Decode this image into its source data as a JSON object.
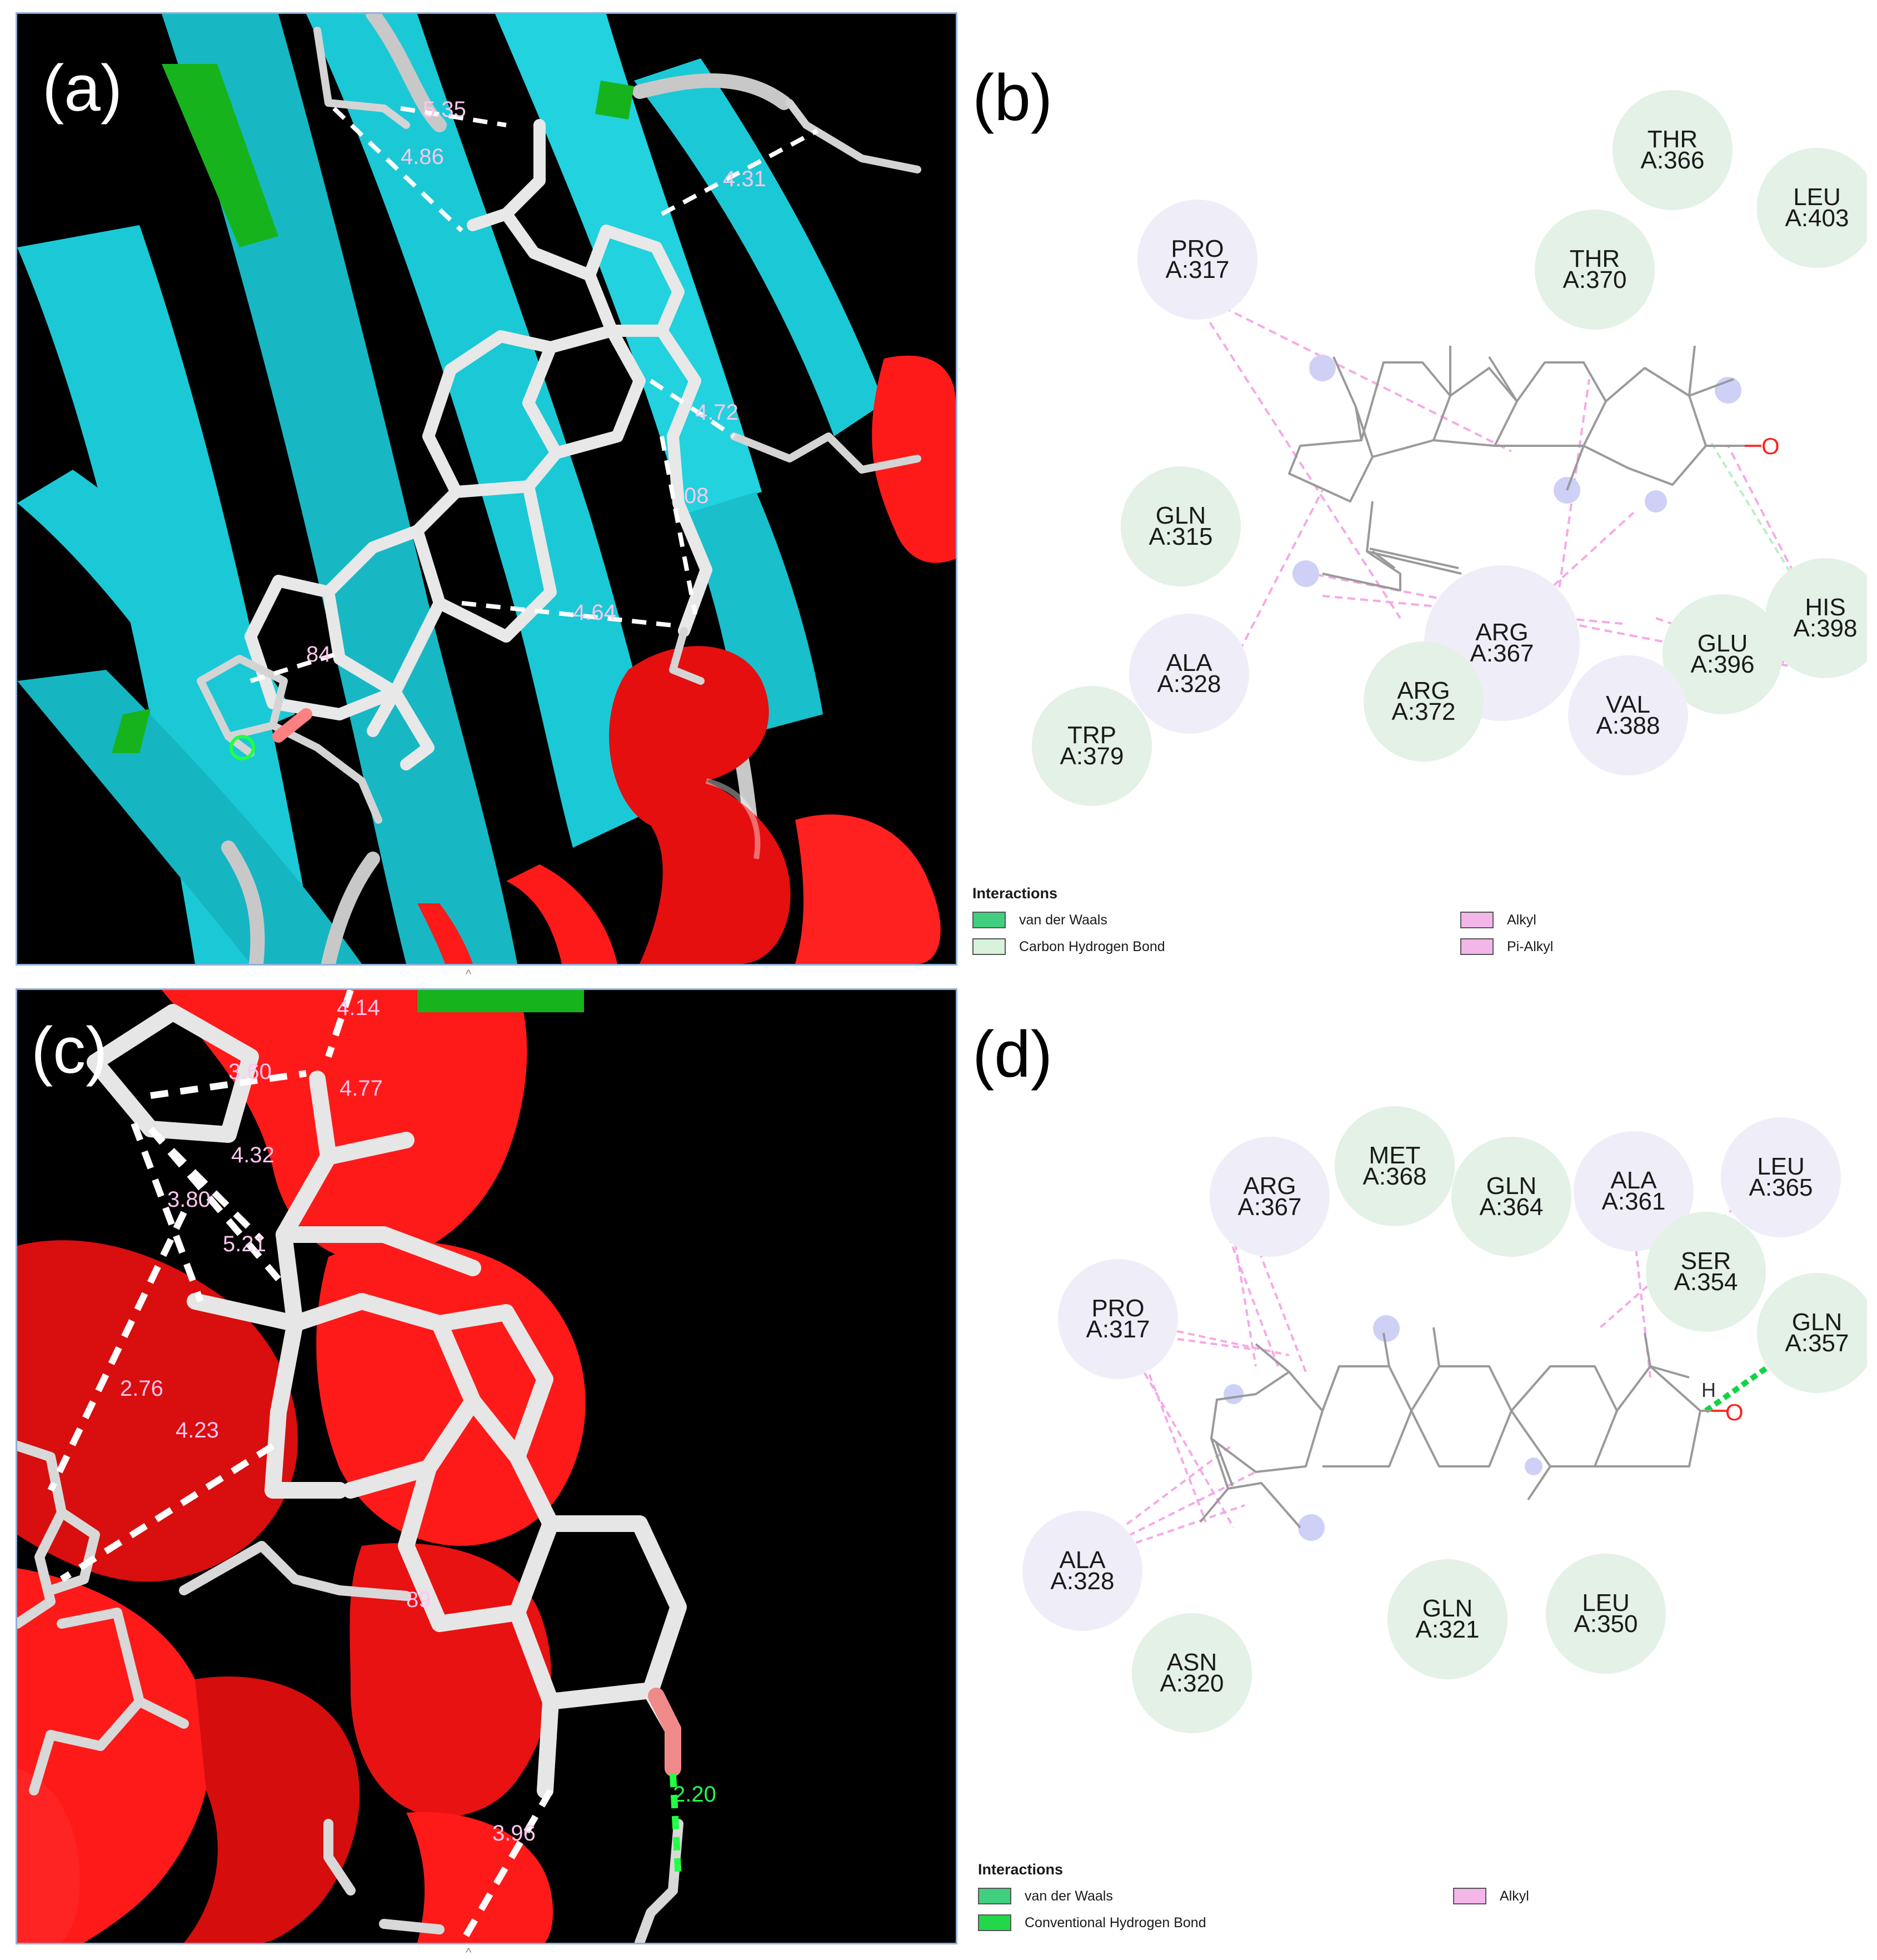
{
  "panels": {
    "a": {
      "label": "(a)",
      "distances": [
        "5.35",
        "4.86",
        "4.31",
        "4.72",
        "08",
        "4.64",
        "84"
      ]
    },
    "b": {
      "label": "(b)",
      "oxygen_label": "O",
      "residues": [
        {
          "name": "THR",
          "id": "A:366",
          "type": "vdw"
        },
        {
          "name": "LEU",
          "id": "A:403",
          "type": "vdw"
        },
        {
          "name": "PRO",
          "id": "A:317",
          "type": "alkyl"
        },
        {
          "name": "THR",
          "id": "A:370",
          "type": "vdw"
        },
        {
          "name": "GLN",
          "id": "A:315",
          "type": "vdw"
        },
        {
          "name": "HIS",
          "id": "A:398",
          "type": "chb"
        },
        {
          "name": "GLU",
          "id": "A:396",
          "type": "vdw"
        },
        {
          "name": "ARG",
          "id": "A:367",
          "type": "alkyl"
        },
        {
          "name": "ALA",
          "id": "A:328",
          "type": "alkyl"
        },
        {
          "name": "ARG",
          "id": "A:372",
          "type": "vdw"
        },
        {
          "name": "VAL",
          "id": "A:388",
          "type": "alkyl"
        },
        {
          "name": "TRP",
          "id": "A:379",
          "type": "vdw"
        }
      ],
      "legend": {
        "title": "Interactions",
        "items": [
          {
            "label": "van der Waals",
            "color": "#3fcf7f"
          },
          {
            "label": "Carbon Hydrogen Bond",
            "color": "#d8f2dc"
          },
          {
            "label": "Alkyl",
            "color": "#f3b6e8"
          },
          {
            "label": "Pi-Alkyl",
            "color": "#f3b6e8"
          }
        ]
      }
    },
    "c": {
      "label": "(c)",
      "distances": [
        "4.14",
        "3.60",
        "4.77",
        "4.32",
        "3.80",
        "5.21",
        "2.76",
        "4.23",
        "89",
        "3.96",
        "2.20"
      ]
    },
    "d": {
      "label": "(d)",
      "oxygen_label": "O",
      "hydrogen_label": "H",
      "residues": [
        {
          "name": "MET",
          "id": "A:368",
          "type": "vdw"
        },
        {
          "name": "ARG",
          "id": "A:367",
          "type": "alkyl"
        },
        {
          "name": "GLN",
          "id": "A:364",
          "type": "vdw"
        },
        {
          "name": "ALA",
          "id": "A:361",
          "type": "alkyl"
        },
        {
          "name": "LEU",
          "id": "A:365",
          "type": "alkyl"
        },
        {
          "name": "SER",
          "id": "A:354",
          "type": "vdw"
        },
        {
          "name": "PRO",
          "id": "A:317",
          "type": "alkyl"
        },
        {
          "name": "GLN",
          "id": "A:357",
          "type": "hbond"
        },
        {
          "name": "ALA",
          "id": "A:328",
          "type": "alkyl"
        },
        {
          "name": "GLN",
          "id": "A:321",
          "type": "vdw"
        },
        {
          "name": "LEU",
          "id": "A:350",
          "type": "vdw"
        },
        {
          "name": "ASN",
          "id": "A:320",
          "type": "vdw"
        }
      ],
      "legend": {
        "title": "Interactions",
        "items": [
          {
            "label": "van der Waals",
            "color": "#3fcf7f"
          },
          {
            "label": "Conventional Hydrogen Bond",
            "color": "#22d84a"
          },
          {
            "label": "Alkyl",
            "color": "#f3b6e8"
          }
        ]
      }
    }
  },
  "colors": {
    "vdw": "#5fd990",
    "vdw_halo": "#e3f1e6",
    "alkyl": "#f6c8ef",
    "alkyl_halo": "#efeef8",
    "chb": "#d9f3df",
    "hbond": "#11d444",
    "sheet": "#1bc9d6",
    "helix": "#ff1a1a",
    "loop": "#c8c8c8",
    "turn": "#17b31d",
    "ligand": "#e8e8e8",
    "distance_text": "#ffc6ee",
    "hbond_text": "#22ff44"
  }
}
